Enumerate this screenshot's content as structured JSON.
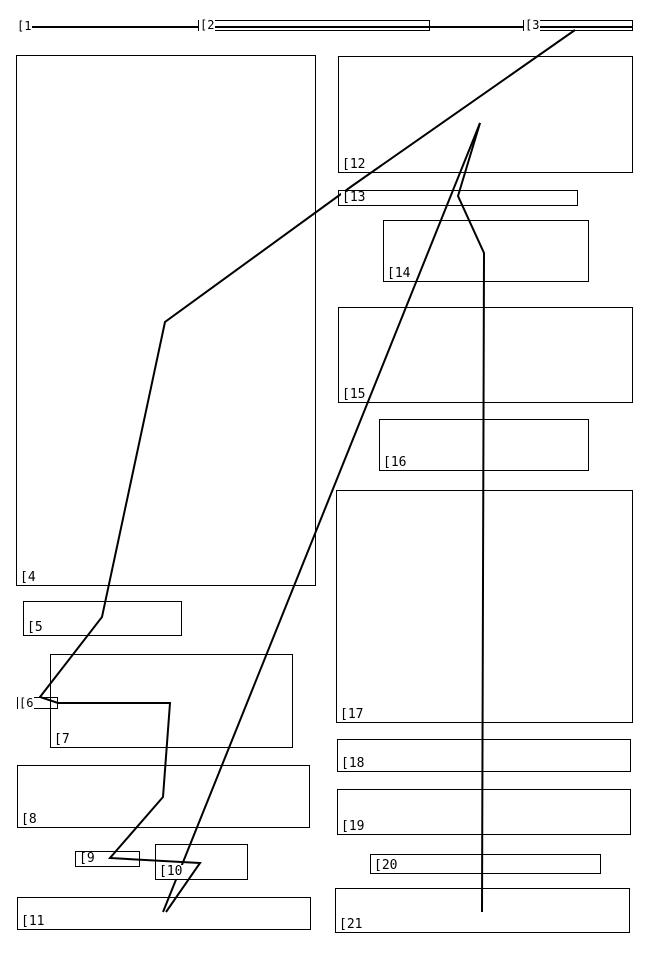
{
  "diagram": {
    "boxes": [
      {
        "id": "b1",
        "label": "1"
      },
      {
        "id": "b2",
        "label": "2"
      },
      {
        "id": "b3",
        "label": "3"
      },
      {
        "id": "b4",
        "label": "4"
      },
      {
        "id": "b5",
        "label": "5"
      },
      {
        "id": "b6",
        "label": "6"
      },
      {
        "id": "b7",
        "label": "7"
      },
      {
        "id": "b8",
        "label": "8"
      },
      {
        "id": "b9",
        "label": "9"
      },
      {
        "id": "b10",
        "label": "10"
      },
      {
        "id": "b11",
        "label": "11"
      },
      {
        "id": "b12",
        "label": "12"
      },
      {
        "id": "b13",
        "label": "13"
      },
      {
        "id": "b14",
        "label": "14"
      },
      {
        "id": "b15",
        "label": "15"
      },
      {
        "id": "b16",
        "label": "16"
      },
      {
        "id": "b17",
        "label": "17"
      },
      {
        "id": "b18",
        "label": "18"
      },
      {
        "id": "b19",
        "label": "19"
      },
      {
        "id": "b20",
        "label": "20"
      },
      {
        "id": "b21",
        "label": "21"
      }
    ],
    "stroke_color": "#000000",
    "background_color": "#ffffff"
  }
}
